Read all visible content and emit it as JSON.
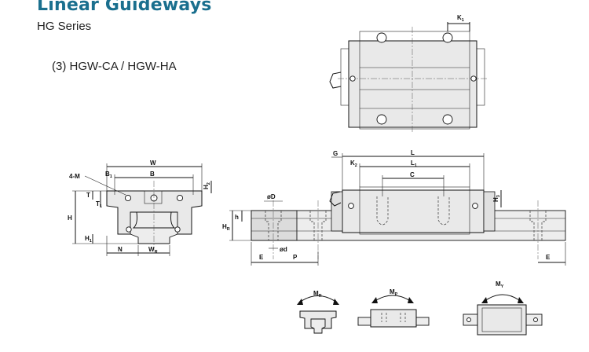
{
  "header": {
    "title": "Linear Guideways",
    "series": "HG Series",
    "model": "(3) HGW-CA / HGW-HA"
  },
  "dimension_labels": {
    "K1": {
      "main": "K",
      "sub": "1"
    },
    "W": "W",
    "B1": {
      "main": "B",
      "sub": "1"
    },
    "B": "B",
    "H2": {
      "main": "H",
      "sub": "2"
    },
    "M": "4-M",
    "T": "T",
    "T1": {
      "main": "T",
      "sub": "1"
    },
    "H": "H",
    "H1": {
      "main": "H",
      "sub": "1"
    },
    "N": "N",
    "WR": {
      "main": "W",
      "sub": "R"
    },
    "G": "G",
    "L": "L",
    "K2": {
      "main": "K",
      "sub": "2"
    },
    "L1": {
      "main": "L",
      "sub": "1"
    },
    "C": "C",
    "H3": {
      "main": "H",
      "sub": "3"
    },
    "phiD": "øD",
    "h": "h",
    "HR": {
      "main": "H",
      "sub": "R"
    },
    "phid": "ød",
    "E_left": "E",
    "P": "P",
    "E_right": "E"
  },
  "moments": {
    "MR": {
      "main": "M",
      "sub": "R"
    },
    "MP": {
      "main": "M",
      "sub": "P"
    },
    "MY": {
      "main": "M",
      "sub": "Y"
    }
  },
  "colors": {
    "title": "#1a6f8e",
    "line": "#111111",
    "fill": "#e9e9e9"
  }
}
